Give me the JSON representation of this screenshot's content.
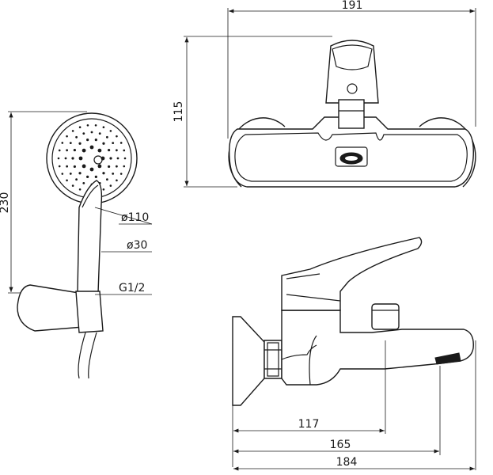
{
  "dimensions": {
    "top_width": "191",
    "top_height": "115",
    "shower_height": "230",
    "diameter_head": "ø110",
    "diameter_handle": "ø30",
    "thread": "G1/2",
    "spout_117": "117",
    "spout_165": "165",
    "spout_184": "184"
  },
  "colors": {
    "line": "#1a1a1a",
    "background": "#ffffff"
  }
}
